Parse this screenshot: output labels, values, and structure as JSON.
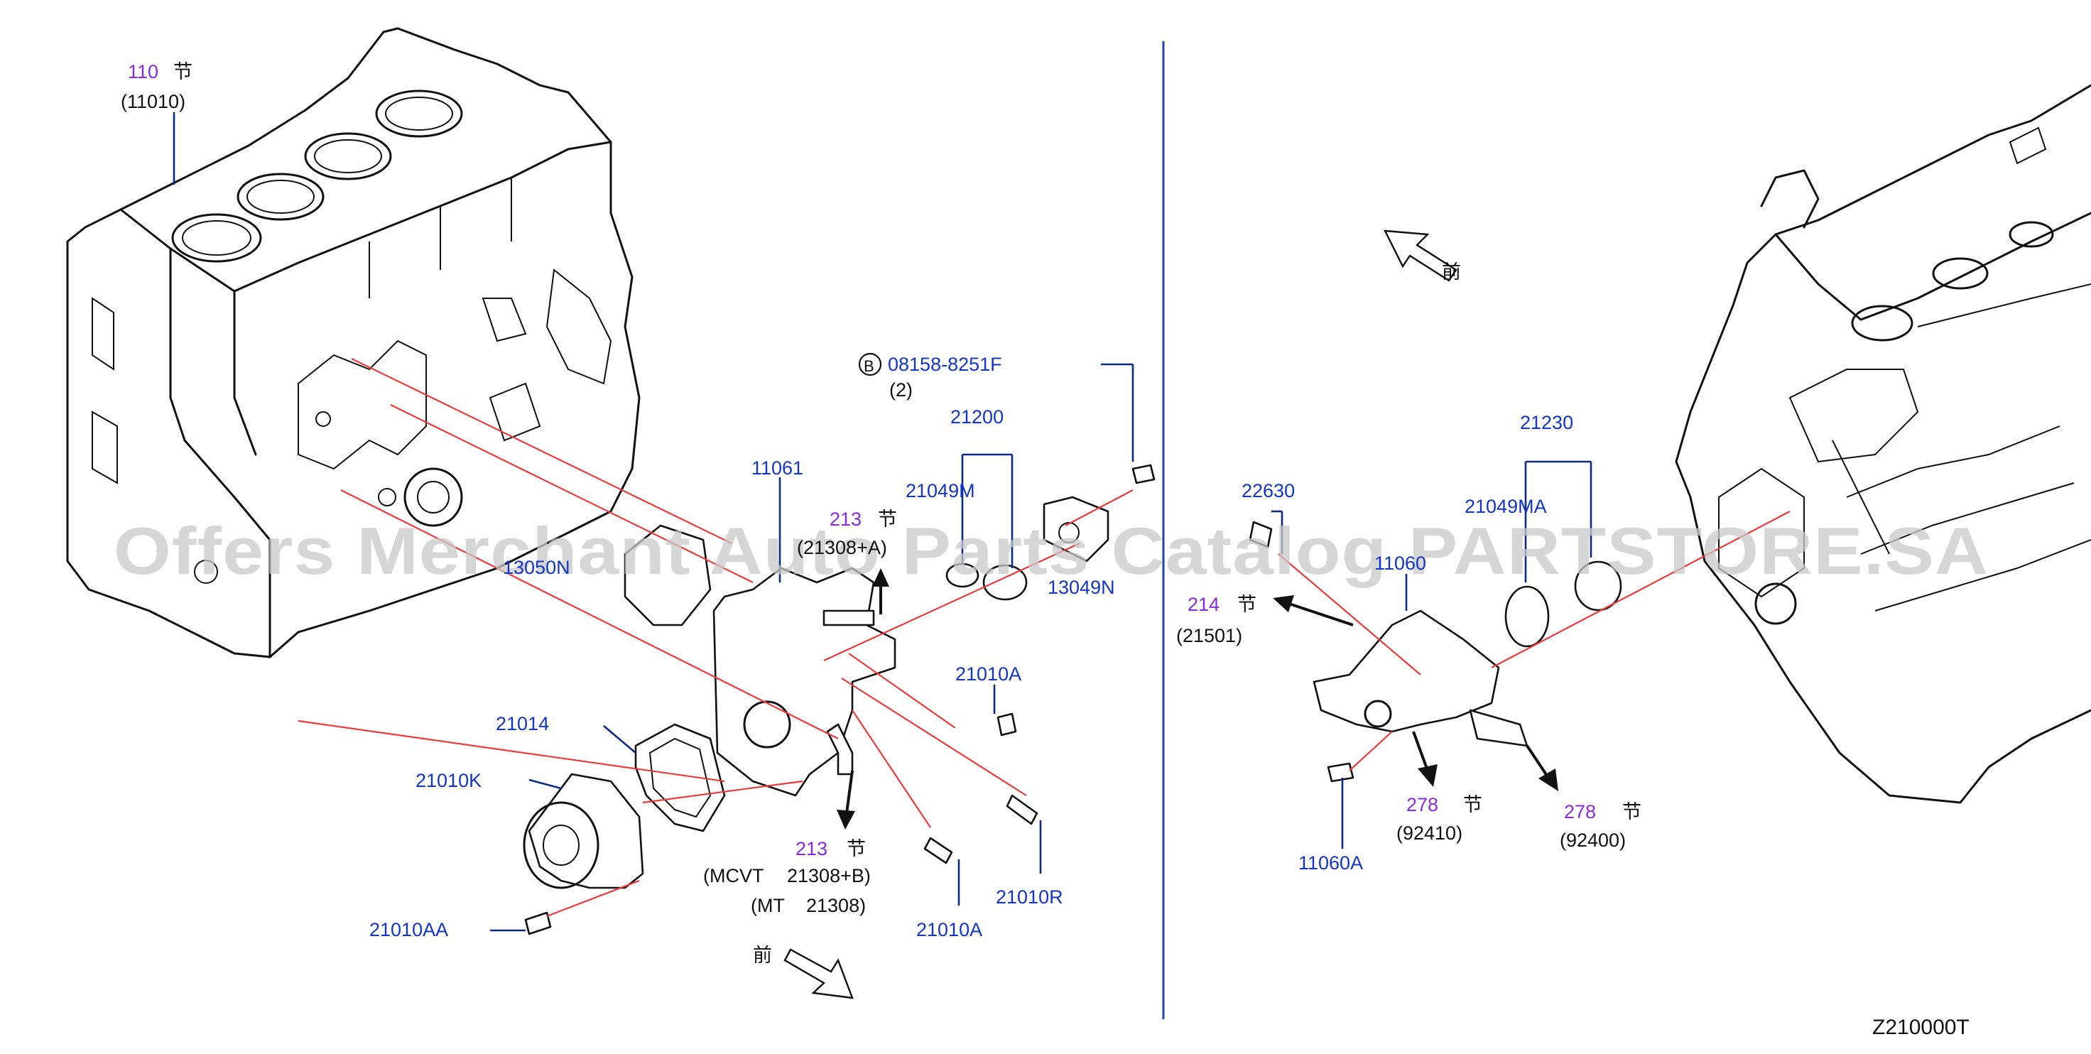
{
  "watermark": "Offers Merchant Auto Parts Catalog PARTSTORE.SA",
  "diagram_code": "Z210000T",
  "section_glyph": "节",
  "front_glyph": "前",
  "callouts": {
    "block_ref": "110",
    "block_part": "(11010)",
    "bolt_b_marker": "B",
    "bolt_b_part": "08158-8251F",
    "bolt_b_qty": "(2)",
    "thermo_assy_left": "21200",
    "gasket_left": "21049M",
    "thermo_housing_gasket": "11061",
    "hose_ref_top": "213",
    "hose_ref_top_part": "(21308+A)",
    "seal_partial": "13050N",
    "sensor_left": "13049N",
    "bolt_a_upper": "21010A",
    "gasket_pump": "21014",
    "pump": "21010K",
    "hose_ref_bottom": "213",
    "hose_ref_mcvt_prefix": "(MCVT",
    "hose_ref_mcvt_part": "21308+B)",
    "hose_ref_mt_prefix": "(MT",
    "hose_ref_mt_part": "21308)",
    "bolt_r": "21010R",
    "bolt_a_lower": "21010A",
    "bolt_aa": "21010AA",
    "sensor_right": "22630",
    "housing_right": "11060",
    "thermo_assy_right": "21230",
    "gasket_right": "21049MA",
    "hose_ref_right": "214",
    "hose_ref_right_part": "(21501)",
    "outlet_ref_a": "278",
    "outlet_ref_a_part": "(92410)",
    "outlet_ref_b": "278",
    "outlet_ref_b_part": "(92400)",
    "bolt_right": "11060A"
  }
}
